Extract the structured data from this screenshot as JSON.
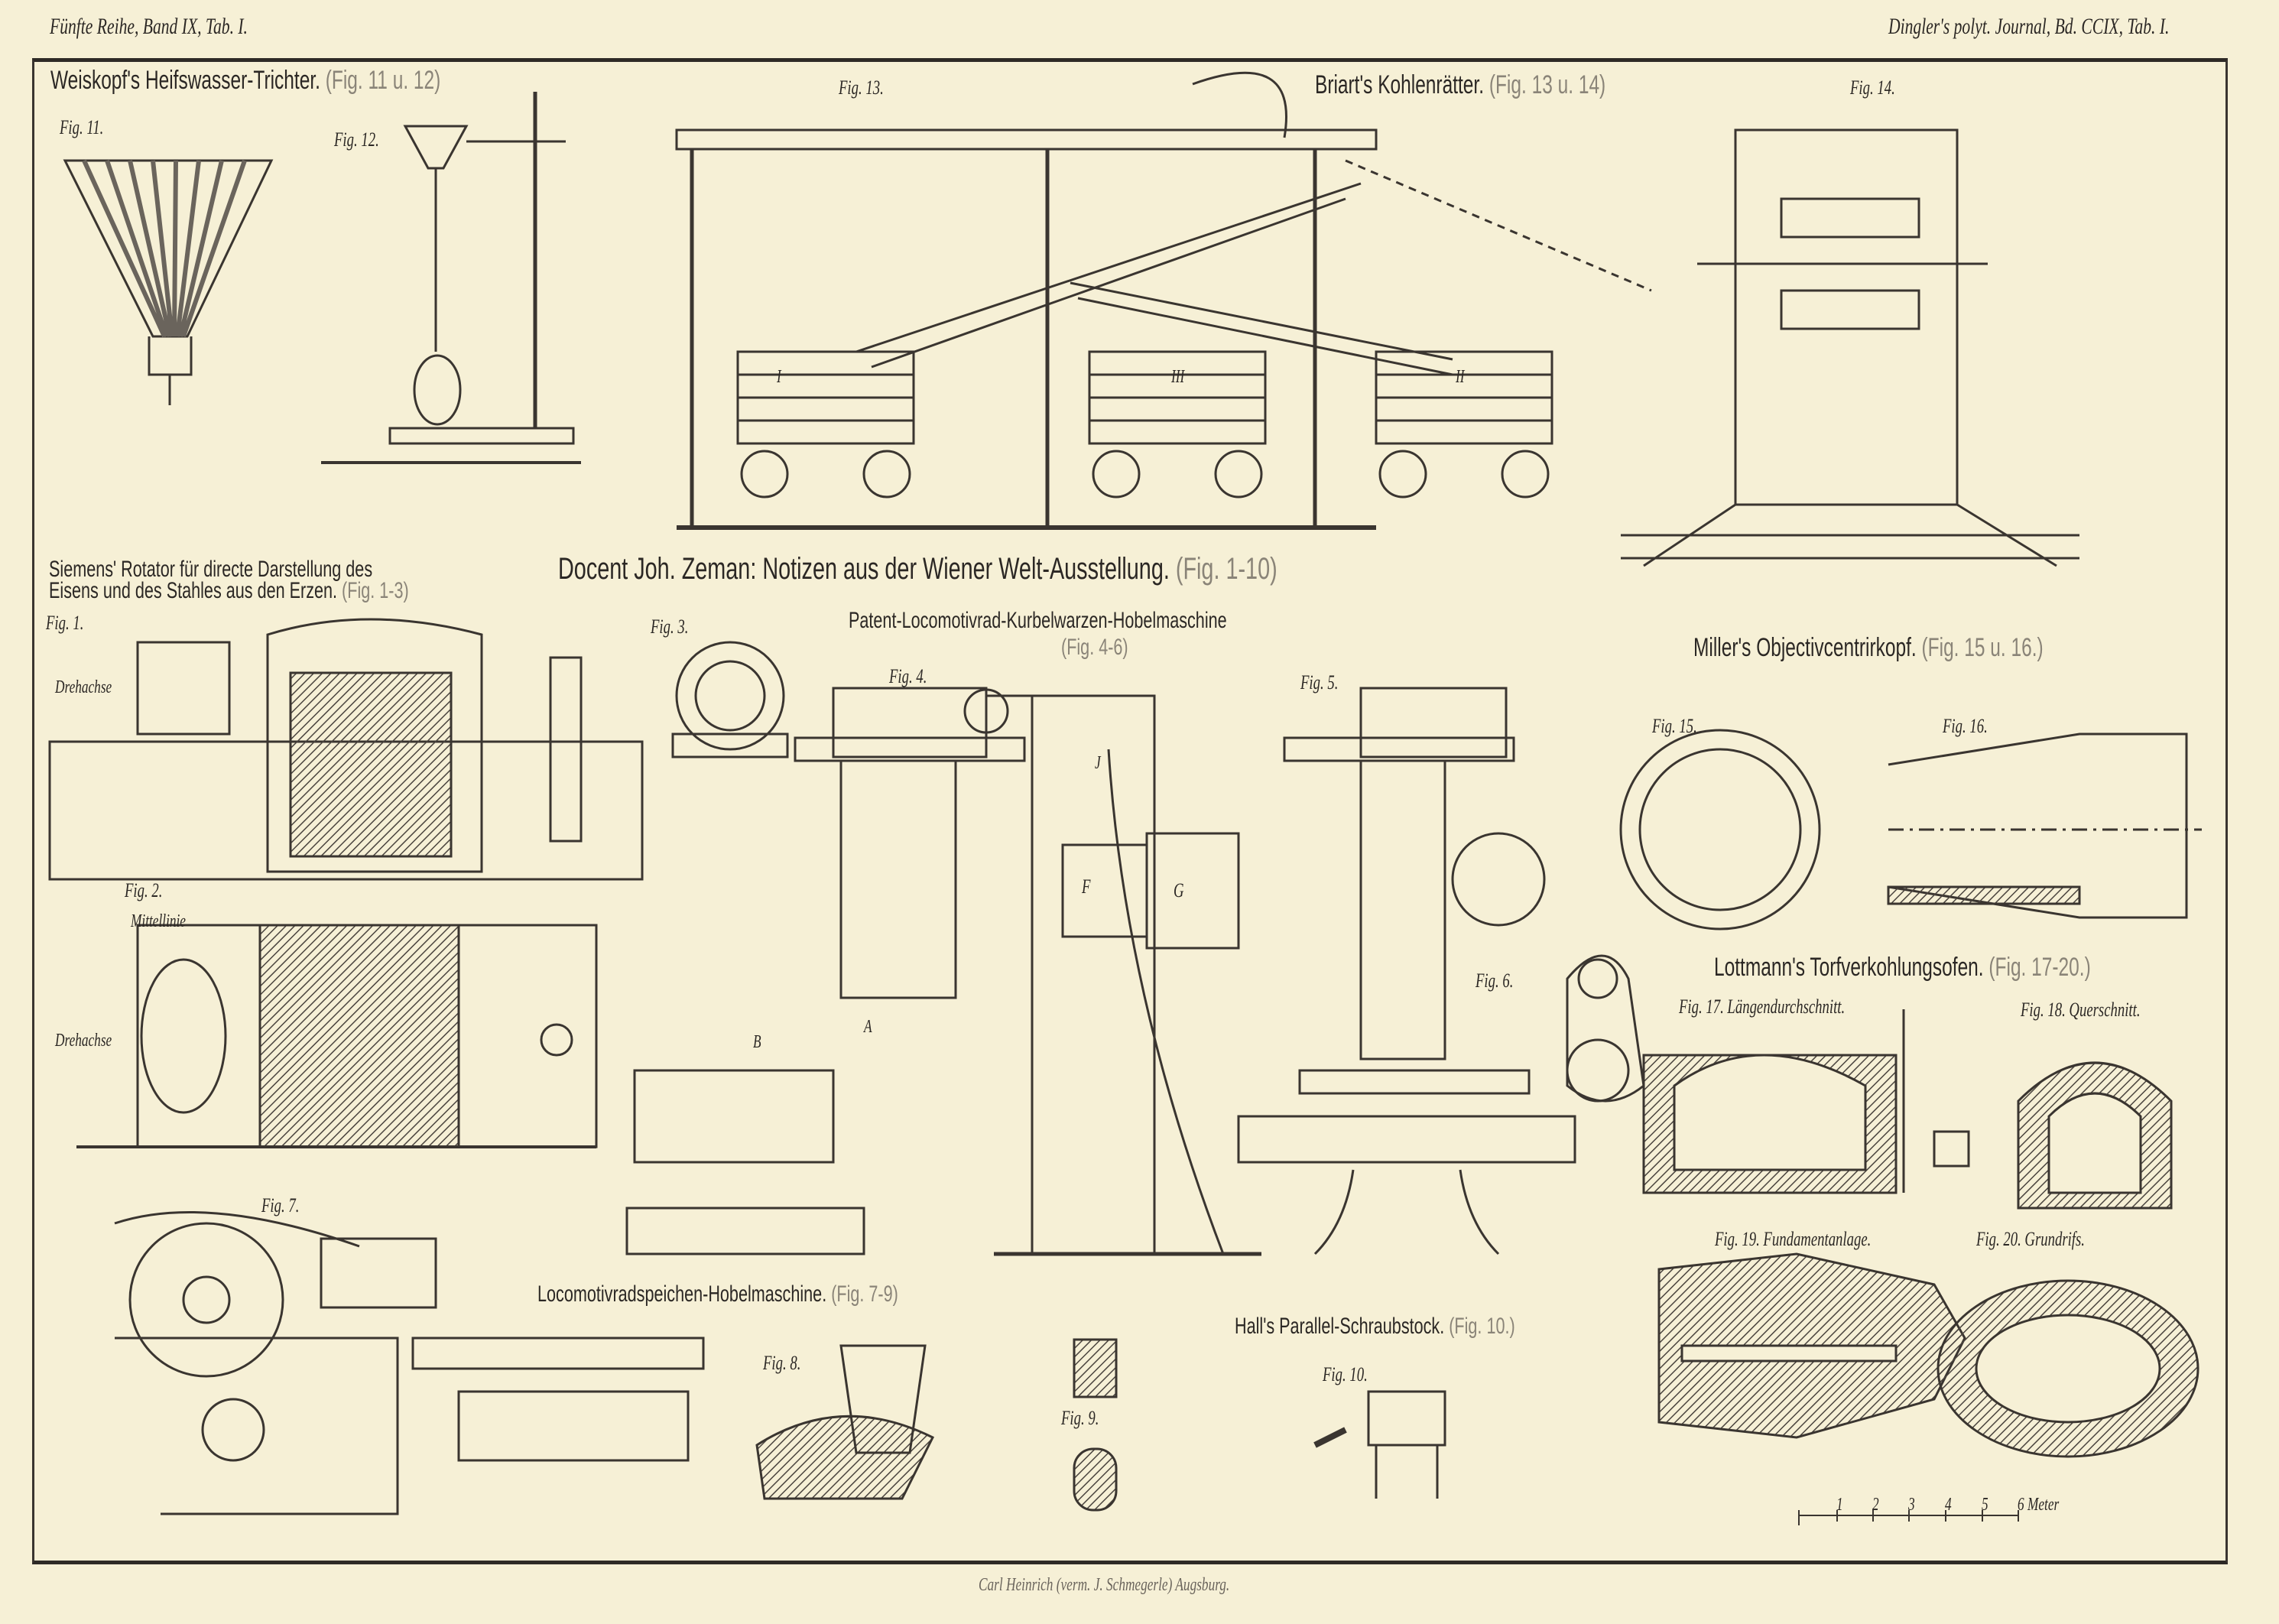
{
  "header": {
    "left": "Fünfte Reihe, Band IX, Tab. I.",
    "right": "Dingler's polyt. Journal, Bd. CCIX, Tab. I."
  },
  "sections": {
    "weiskopf": {
      "title": "Weiskopf's Heifswasser-Trichter.",
      "ref": "(Fig. 11 u. 12)"
    },
    "briart": {
      "title": "Briart's Kohlenrätter.",
      "ref": "(Fig. 13 u. 14)"
    },
    "siemens": {
      "title_line1": "Siemens' Rotator für directe Darstellung des",
      "title_line2": "Eisens und des Stahles aus den Erzen.",
      "ref": "(Fig. 1-3)"
    },
    "zeman": {
      "title": "Docent Joh. Zeman: Notizen aus der Wiener Welt-Ausstellung.",
      "ref": "(Fig. 1-10)"
    },
    "patent": {
      "title": "Patent-Locomotivrad-Kurbelwarzen-Hobelmaschine",
      "ref": "(Fig. 4-6)"
    },
    "miller": {
      "title": "Miller's Objectivcentrirkopf.",
      "ref": "(Fig. 15 u. 16.)"
    },
    "lottmann": {
      "title": "Lottmann's Torfverkohlungsofen.",
      "ref": "(Fig. 17-20.)"
    },
    "speichen": {
      "title": "Locomotivradspeichen-Hobelmaschine.",
      "ref": "(Fig. 7-9)"
    },
    "hall": {
      "title": "Hall's Parallel-Schraubstock.",
      "ref": "(Fig. 10.)"
    }
  },
  "figures": {
    "fig1": "Fig. 1.",
    "fig2": "Fig. 2.",
    "fig3": "Fig. 3.",
    "fig4": "Fig. 4.",
    "fig5": "Fig. 5.",
    "fig6": "Fig. 6.",
    "fig7": "Fig. 7.",
    "fig8": "Fig. 8.",
    "fig9": "Fig. 9.",
    "fig10": "Fig. 10.",
    "fig11": "Fig. 11.",
    "fig12": "Fig. 12.",
    "fig13": "Fig. 13.",
    "fig14": "Fig. 14.",
    "fig15": "Fig. 15.",
    "fig16": "Fig. 16.",
    "fig17": "Fig. 17. Längendurchschnitt.",
    "fig18": "Fig. 18. Querschnitt.",
    "fig19": "Fig. 19. Fundamentanlage.",
    "fig20": "Fig. 20. Grundrifs."
  },
  "labels": {
    "mittellinie": "Mittellinie",
    "drehachse1": "Drehachse",
    "drehachse2": "Drehachse",
    "wagon_i": "I",
    "wagon_iii": "III",
    "wagon_ii": "II",
    "F": "F",
    "G": "G",
    "A": "A",
    "B": "B",
    "J": "J"
  },
  "scale": {
    "ticks": [
      "1",
      "2",
      "3",
      "4",
      "5",
      "6 Meter"
    ]
  },
  "footer": "Carl Heinrich (verm. J. Schmegerle) Augsburg."
}
